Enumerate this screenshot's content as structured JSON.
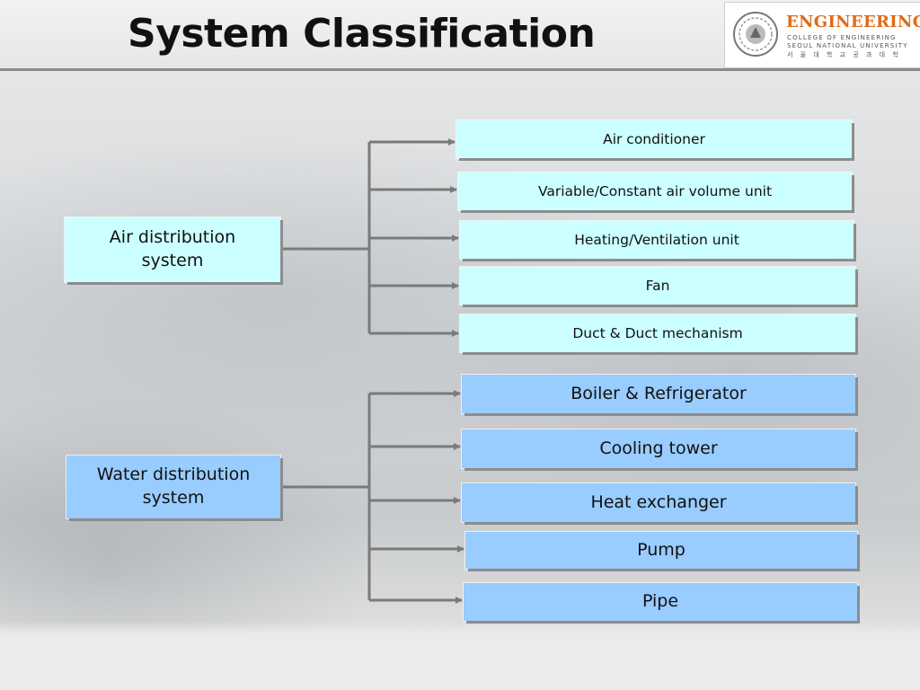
{
  "header": {
    "title": "System Classification",
    "logo": {
      "name": "ENGINEERING",
      "line1": "COLLEGE OF ENGINEERING",
      "line2": "SEOUL NATIONAL UNIVERSITY",
      "line3": "서 울 대 학 교 공 과 대 학"
    }
  },
  "diagram": {
    "air": {
      "label": "Air distribution system",
      "items": [
        "Air conditioner",
        "Variable/Constant air volume unit",
        "Heating/Ventilation unit",
        "Fan",
        "Duct & Duct mechanism"
      ]
    },
    "water": {
      "label": "Water distribution system",
      "items": [
        "Boiler & Refrigerator",
        "Cooling tower",
        "Heat exchanger",
        "Pump",
        "Pipe"
      ]
    }
  },
  "colors": {
    "air_box": "#ccffff",
    "water_box": "#99ccff",
    "connector": "#7a7a7a",
    "logo_accent": "#e06a17"
  }
}
